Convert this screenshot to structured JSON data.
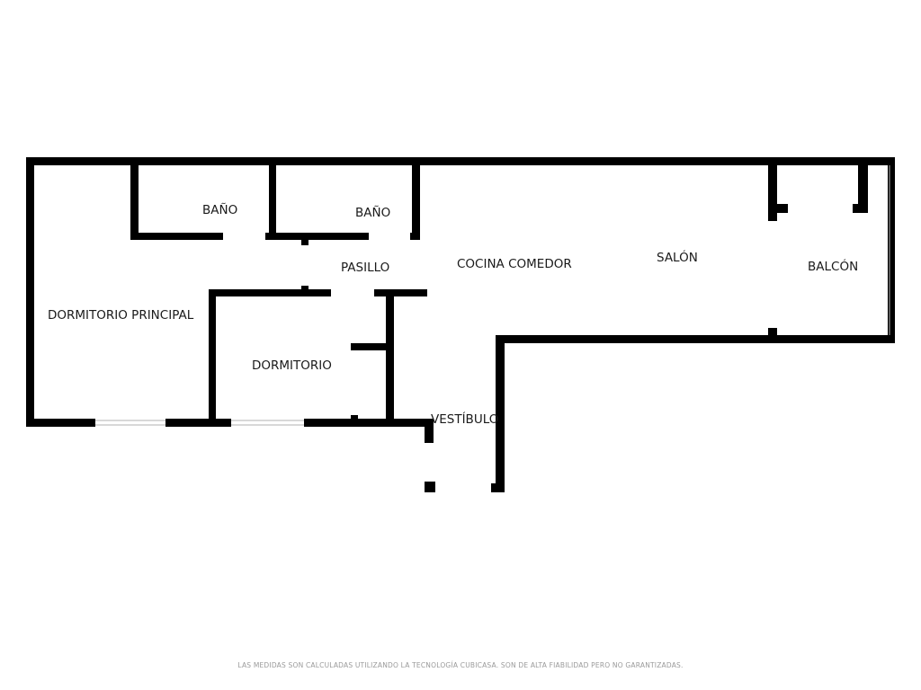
{
  "rooms": {
    "dormitorio_principal": "DORMITORIO PRINCIPAL",
    "bano_1": "BAÑO",
    "bano_2": "BAÑO",
    "pasillo": "PASILLO",
    "cocina_comedor": "COCINA COMEDOR",
    "salon": "SALÓN",
    "balcon": "BALCÓN",
    "dormitorio": "DORMITORIO",
    "vestibulo": "VESTÍBULO"
  },
  "footer": {
    "disclaimer": "LAS MEDIDAS SON CALCULADAS UTILIZANDO LA TECNOLOGÍA CUBICASA. SON DE ALTA FIABILIDAD PERO NO GARANTIZADAS."
  },
  "colors": {
    "wall": "#000000",
    "background": "#ffffff",
    "text": "#1a1a1a"
  }
}
